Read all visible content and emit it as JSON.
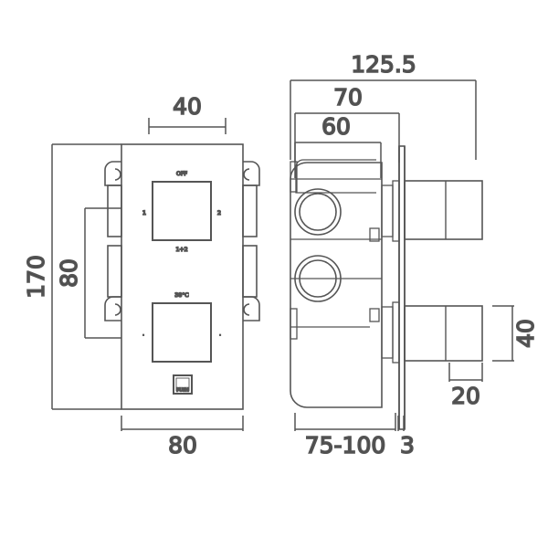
{
  "drawing": {
    "title": "Concealed thermostatic shower valve dimensioned drawing",
    "type": "technical-line-drawing",
    "units": "mm",
    "line_color": "#555555",
    "text_color": "#4a4a4a",
    "background": "#ffffff"
  },
  "views": {
    "front": {
      "name": "front-elevation-view",
      "faceplate_labels": {
        "diverter_top": "OFF",
        "diverter_left": "1",
        "diverter_right": "2",
        "diverter_bottom": "1+2",
        "thermostat_top": "38°C",
        "thermostat_left": "·",
        "thermostat_right": "·",
        "button_label": "PUSH"
      }
    },
    "side": {
      "name": "side-section-view",
      "handle_count": 2
    }
  },
  "dimensions": {
    "front_top_width": "40",
    "front_overall_height": "170",
    "front_inner_height": "80",
    "front_bottom_width": "80",
    "side_overall_depth": "125.5",
    "side_depth_70": "70",
    "side_depth_60": "60",
    "side_wall_range": "75-100",
    "side_plate_thickness": "3",
    "handle_diameter": "40",
    "handle_length": "20"
  }
}
